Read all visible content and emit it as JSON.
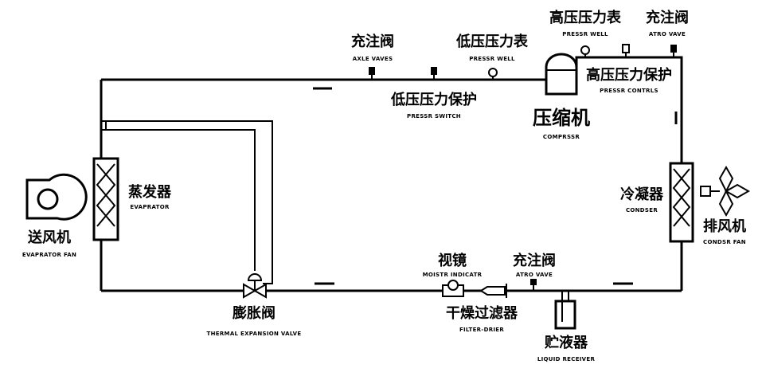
{
  "labels": {
    "charge_valve_low_cn": "充注阀",
    "charge_valve_low_en": "AXLE VAVES",
    "low_pressure_gauge_cn": "低压压力表",
    "low_pressure_gauge_en": "PRESSR WELL",
    "high_pressure_gauge_cn": "高压压力表",
    "high_pressure_gauge_en": "PRESSR WELL",
    "charge_valve_high_cn": "充注阀",
    "charge_valve_high_en": "ATRO VAVE",
    "high_pressure_protect_cn": "高压压力保护",
    "high_pressure_protect_en": "PRESSR CONTRLS",
    "low_pressure_protect_cn": "低压压力保护",
    "low_pressure_protect_en": "PRESSR SWITCH",
    "compressor_cn": "压缩机",
    "compressor_en": "COMPRSSR",
    "evaporator_cn": "蒸发器",
    "evaporator_en": "EVAPRATOR",
    "supply_fan_cn": "送风机",
    "supply_fan_en": "EVAPRATOR FAN",
    "condenser_cn": "冷凝器",
    "condenser_en": "CONDSER",
    "exhaust_fan_cn": "排风机",
    "exhaust_fan_en": "CONDSR FAN",
    "sight_glass_cn": "视镜",
    "sight_glass_en": "MOISTR INDICATR",
    "charge_valve_bottom_cn": "充注阀",
    "charge_valve_bottom_en": "ATRO VAVE",
    "filter_drier_cn": "干燥过滤器",
    "filter_drier_en": "FILTER-DRIER",
    "expansion_valve_cn": "膨胀阀",
    "expansion_valve_en": "THERMAL EXPANSION VALVE",
    "receiver_cn": "贮液器",
    "receiver_en": "LIQUID RECEIVER"
  }
}
